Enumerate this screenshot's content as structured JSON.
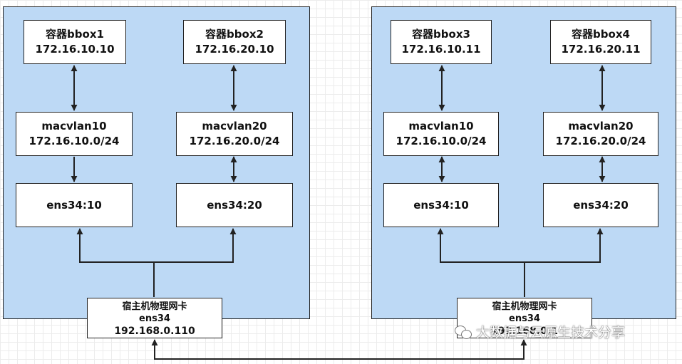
{
  "hosts": [
    {
      "nodes": {
        "bbox_a": {
          "line1": "容器bbox1",
          "line2": "172.16.10.10"
        },
        "bbox_b": {
          "line1": "容器bbox2",
          "line2": "172.16.20.10"
        },
        "macvlan_a": {
          "line1": "macvlan10",
          "line2": "172.16.10.0/24"
        },
        "macvlan_b": {
          "line1": "macvlan20",
          "line2": "172.16.20.0/24"
        },
        "ens_a": {
          "line1": "ens34:10"
        },
        "ens_b": {
          "line1": "ens34:20"
        }
      },
      "nic": {
        "line1": "宿主机物理网卡",
        "line2": "ens34",
        "line3": "192.168.0.110"
      }
    },
    {
      "nodes": {
        "bbox_a": {
          "line1": "容器bbox3",
          "line2": "172.16.10.11"
        },
        "bbox_b": {
          "line1": "容器bbox4",
          "line2": "172.16.20.11"
        },
        "macvlan_a": {
          "line1": "macvlan10",
          "line2": "172.16.10.0/24"
        },
        "macvlan_b": {
          "line1": "macvlan20",
          "line2": "172.16.20.0/24"
        },
        "ens_a": {
          "line1": "ens34:10"
        },
        "ens_b": {
          "line1": "ens34:20"
        }
      },
      "nic": {
        "line1": "宿主机物理网卡",
        "line2": "ens34",
        "line3": "192.168.0.1"
      }
    }
  ],
  "watermark": {
    "text": "大数据与云原生技术分享",
    "icon": "wechat-icon"
  },
  "colors": {
    "panel": "#bdd9f5",
    "node": "#ffffff",
    "border": "#222222"
  }
}
